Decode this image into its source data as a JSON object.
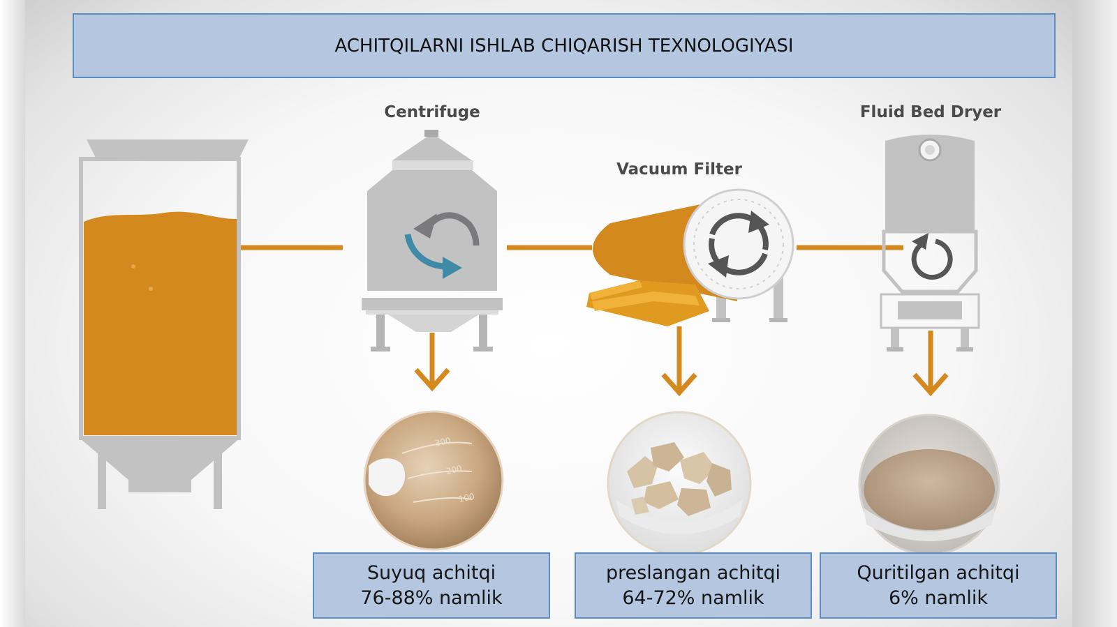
{
  "title": "ACHITQILARNI ISHLAB CHIQARISH TEXNOLOGIYASI",
  "equipment": {
    "centrifuge": "Centrifuge",
    "vacuum_filter": "Vacuum Filter",
    "fluid_bed_dryer": "Fluid Bed Dryer"
  },
  "products": [
    {
      "name": "Suyuq achitqi",
      "moisture": "76-88% namlik"
    },
    {
      "name": "preslangan achitqi",
      "moisture": "64-72% namlik"
    },
    {
      "name": "Quritilgan achitqi",
      "moisture": "6% namlik"
    }
  ],
  "beaker_marks": [
    "300",
    "200",
    "100"
  ],
  "colors": {
    "yeast_orange": "#d4891f",
    "equipment_gray": "#c2c2c3",
    "panel_blue": "#b5c7e0",
    "panel_border": "#5b8cc2",
    "rotation_arrow_teal": "#3f8aa6"
  }
}
